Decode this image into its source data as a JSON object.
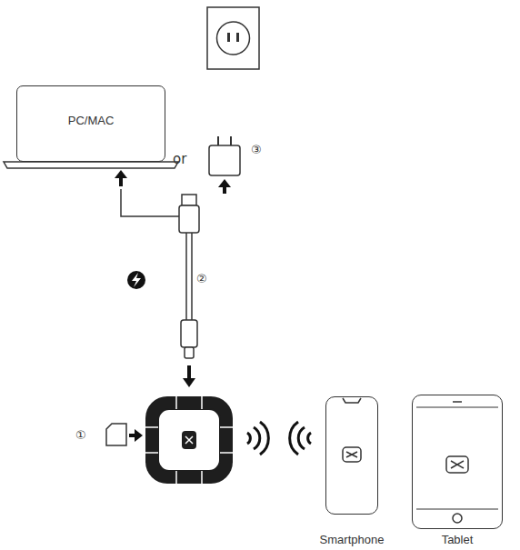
{
  "diagram": {
    "nodes": [
      {
        "text": [
          "PC/MAC"
        ]
      },
      {
        "text": [
          "Smartphone"
        ]
      },
      {
        "text": [
          "Tablet"
        ]
      }
    ],
    "labels": [
      "or",
      "③",
      "②",
      "①"
    ]
  }
}
